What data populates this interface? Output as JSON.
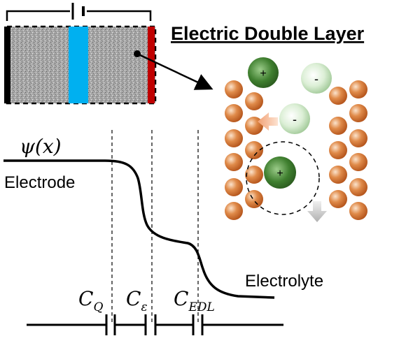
{
  "title": "Electric Double Layer",
  "psi_label": "ψ(x)",
  "electrode_label": "Electrode",
  "electrolyte_label": "Electrolyte",
  "capacitors": [
    {
      "symbol": "C",
      "sub": "Q"
    },
    {
      "symbol": "C",
      "sub": "ε"
    },
    {
      "symbol": "C",
      "sub": "EDL"
    }
  ],
  "ions": {
    "positive": "+",
    "negative": "-"
  },
  "colors": {
    "electrode_black": "#000000",
    "separator_blue": "#00b0f0",
    "electrode_red": "#c00000",
    "electrode_atom": "#d2691e",
    "cation": "#3a7a2a",
    "anion": "#c8e6c0"
  }
}
